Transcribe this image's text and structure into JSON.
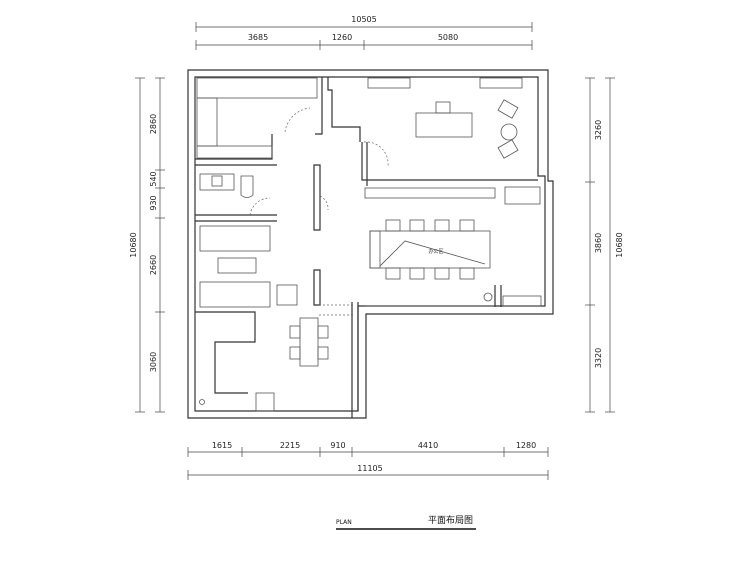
{
  "dimensions": {
    "top_total": "10505",
    "top": [
      "3685",
      "1260",
      "5080"
    ],
    "bottom": [
      "1615",
      "2215",
      "910",
      "4410",
      "1280"
    ],
    "bottom_total": "11105",
    "left_total": "10680",
    "left": [
      "2860",
      "540",
      "930",
      "2660",
      "3060"
    ],
    "right_total": "10680",
    "right": [
      "3260",
      "3860",
      "3320"
    ]
  },
  "rooms": {
    "office": "办公区"
  },
  "title": {
    "plan_label": "PLAN",
    "drawing_title": "平面布局图"
  }
}
